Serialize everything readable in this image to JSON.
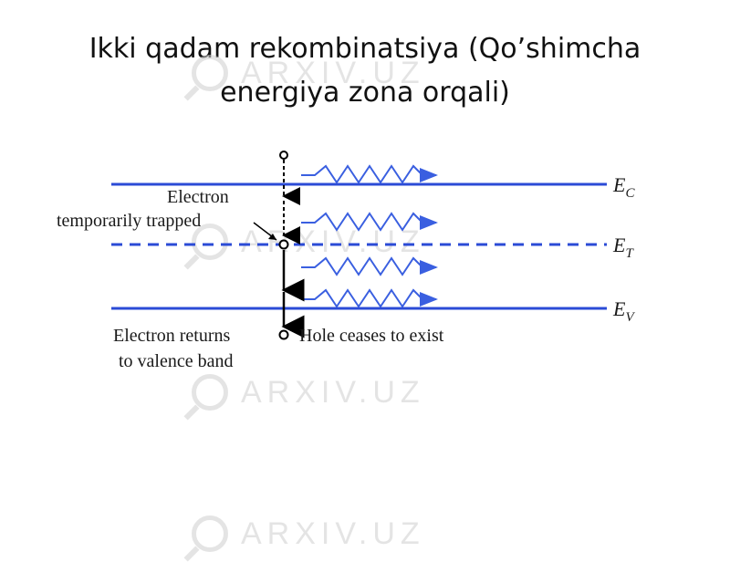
{
  "slide": {
    "title_line1": "Ikki qadam rekombinatsiya (Qo’shimcha",
    "title_line2": "energiya zona orqali)"
  },
  "watermark": {
    "text": "ARXIV.UZ"
  },
  "diagram": {
    "band_labels": {
      "ec": "E",
      "ec_sub": "C",
      "et": "E",
      "et_sub": "T",
      "ev": "E",
      "ev_sub": "V"
    },
    "label_trapped_line1": "Electron",
    "label_trapped_line2": "temporarily trapped",
    "label_returns_line1": "Electron returns",
    "label_returns_line2": "to valence band",
    "label_hole": "Hole ceases to exist",
    "colors": {
      "band": "#2b4bd6",
      "photon": "#3a5fe0",
      "arrow": "#000000"
    }
  }
}
